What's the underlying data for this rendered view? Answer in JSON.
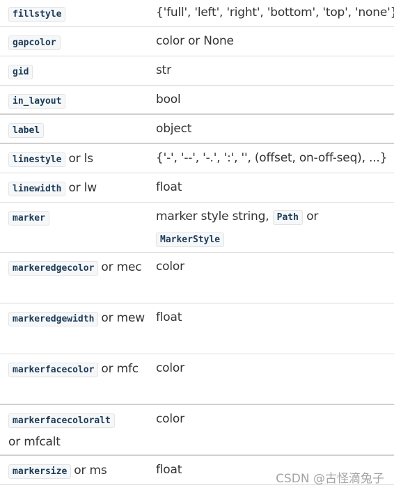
{
  "rows": [
    {
      "prop": "fillstyle",
      "alias": "",
      "value": "{'full', 'left', 'right', 'bottom', 'top', 'none'}"
    },
    {
      "prop": "gapcolor",
      "alias": "",
      "value": "color or None"
    },
    {
      "prop": "gid",
      "alias": "",
      "value": "str"
    },
    {
      "prop": "in_layout",
      "alias": "",
      "value": "bool"
    },
    {
      "prop": "label",
      "alias": "",
      "value": "object"
    },
    {
      "prop": "linestyle",
      "alias": "ls",
      "value": "{'-', '--', '-.', ':', '', (offset, on-off-seq), ...}"
    },
    {
      "prop": "linewidth",
      "alias": "lw",
      "value": "float"
    },
    {
      "prop": "marker",
      "alias": "",
      "value_prefix": "marker style string,",
      "value_code1": "Path",
      "value_mid": "or",
      "value_code2": "MarkerStyle"
    },
    {
      "prop": "markeredgecolor",
      "alias": "mec",
      "value": "color"
    },
    {
      "prop": "markeredgewidth",
      "alias": "mew",
      "value": "float"
    },
    {
      "prop": "markerfacecolor",
      "alias": "mfc",
      "value": "color"
    },
    {
      "prop": "markerfacecoloralt",
      "alias": "mfcalt",
      "value": "color"
    },
    {
      "prop": "markersize",
      "alias": "ms",
      "value": "float"
    }
  ],
  "or_word": "or",
  "watermark": "CSDN @古怪滴兔子"
}
